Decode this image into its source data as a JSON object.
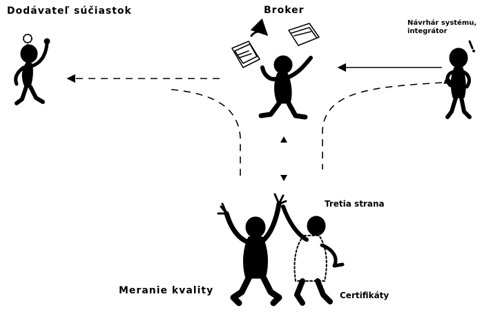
{
  "labels": {
    "supplier": "Dodávateľ súčiastok",
    "broker": "Broker",
    "designer_line1": "Návrhár systému,",
    "designer_line2": "integrátor",
    "third_party": "Tretia strana",
    "quality_measurement": "Meranie kvality",
    "certificates": "Certifikáty"
  },
  "colors": {
    "ink": "#000000",
    "background": "#ffffff"
  },
  "icons": [
    "thought-bubble-icon",
    "exclamation-icon",
    "document-stack-icon"
  ]
}
